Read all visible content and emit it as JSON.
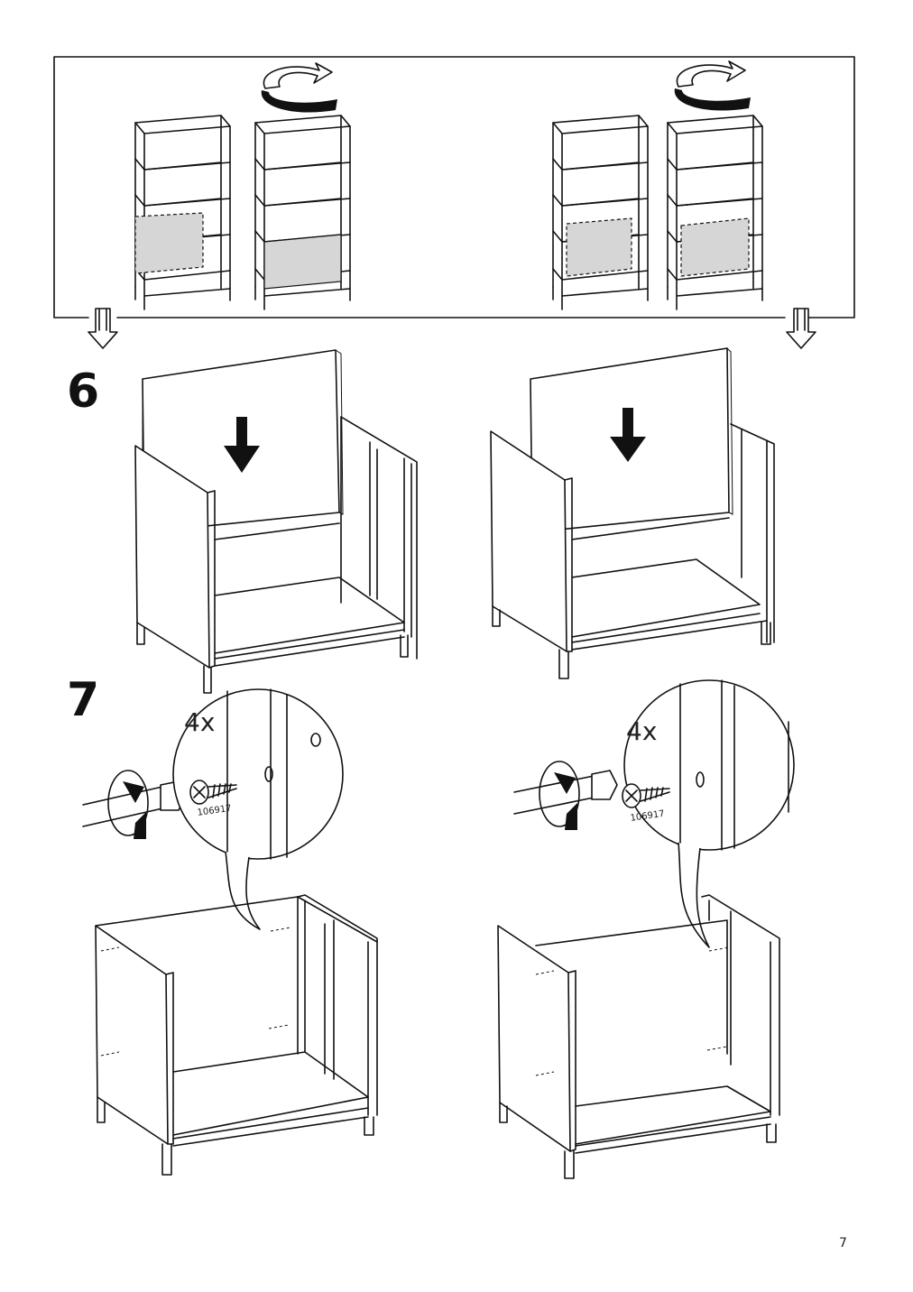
{
  "steps": {
    "step6": {
      "number": "6"
    },
    "step7": {
      "number": "7"
    }
  },
  "screws": {
    "left": {
      "quantity": "4x",
      "part_number": "106917"
    },
    "right": {
      "quantity": "4x",
      "part_number": "106917"
    }
  },
  "page": {
    "number": "7"
  },
  "icons": [
    "rotate-arrow-icon",
    "down-arrow-icon",
    "screwdriver-icon",
    "screw-icon"
  ]
}
